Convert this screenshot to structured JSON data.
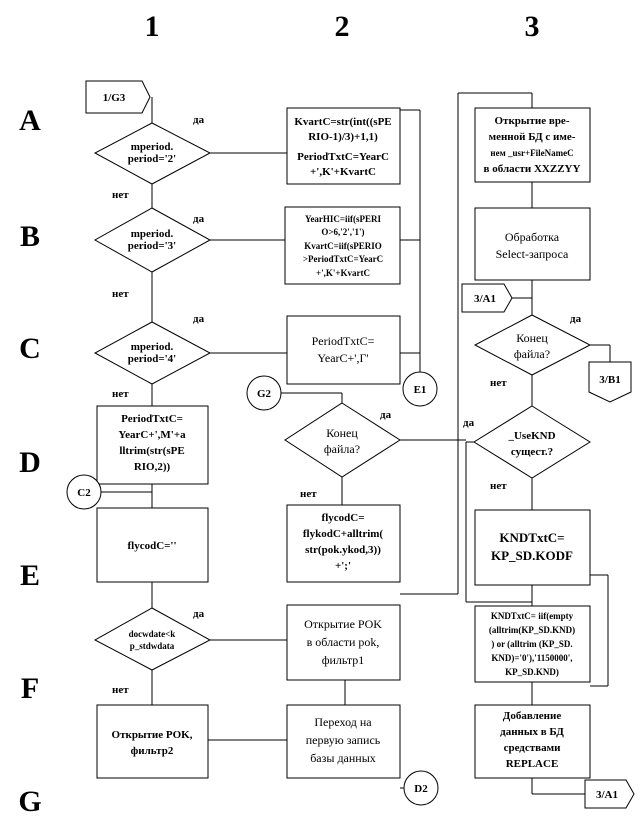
{
  "columns": [
    "1",
    "2",
    "3"
  ],
  "rows": [
    "A",
    "B",
    "C",
    "D",
    "E",
    "F",
    "G"
  ],
  "labels": {
    "yes": "да",
    "no": "нет"
  },
  "connectors": {
    "g3": "1/G3",
    "a1_in": "3/A1",
    "b1_out": "3/B1",
    "a1_out": "3/A1",
    "c2": "C2",
    "g2": "G2",
    "e1": "E1",
    "d2": "D2"
  },
  "col1": {
    "dA": [
      "mperiod.",
      "period='2'"
    ],
    "dB": [
      "mperiod.",
      "period='3'"
    ],
    "dC": [
      "mperiod.",
      "period='4'"
    ],
    "bD": [
      "PeriodTxtC=",
      "YearC+',M'+a",
      "lltrim(str(sPE",
      "RIO,2))"
    ],
    "bE": [
      "flycodC=''"
    ],
    "dF": [
      "docwdate<k",
      "p_stdwdata"
    ],
    "bG": [
      "Открытие POK,",
      "фильтр2"
    ]
  },
  "col2": {
    "bA": [
      "KvartC=str(int((sPE",
      "RIO-1)/3)+1,1)",
      "PeriodTxtC=YearC",
      "+',K'+KvartC"
    ],
    "bB": [
      "YearHIC=iif(sPERI",
      "O>6,'2','1')",
      "KvartC=iif(sPERIO",
      ">PeriodTxtC=YearC",
      "+',K'+KvartC"
    ],
    "bC": [
      "PeriodTxtC=",
      "YearC+',Г'"
    ],
    "dD": [
      "Конец",
      "файла?"
    ],
    "bE": [
      "flycodC=",
      "flykodC+alltrim(",
      "str(pok.ykod,3))",
      "+';'"
    ],
    "bF": [
      "Открытие POK",
      "в области pok,",
      "фильтр1"
    ],
    "bG": [
      "Переход на",
      "первую запись",
      "базы данных"
    ]
  },
  "col3": {
    "bA": [
      "Открытие вре-",
      "менной БД с име-",
      "нем _usr+FileNameC",
      "в области XXZZYY"
    ],
    "bB": [
      "Обработка",
      "Select-запроса"
    ],
    "dC": [
      "Конец",
      "файла?"
    ],
    "dD": [
      "_UseKND",
      "сущест.?"
    ],
    "bE": [
      "KNDTxtC=",
      "KP_SD.KODF"
    ],
    "bF": [
      "KNDTxtC= iif(empty",
      "(alltrim(KP_SD.KND)",
      ") or (alltrim (KP_SD.",
      "KND)='0'),'1150000',",
      "KP_SD.KND)"
    ],
    "bG": [
      "Добавление",
      "данных в БД",
      "средствами",
      "REPLACE"
    ]
  }
}
